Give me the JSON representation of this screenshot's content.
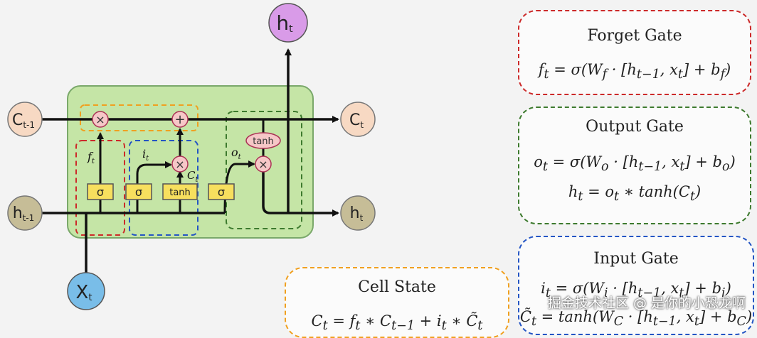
{
  "diagram": {
    "nodes": {
      "h_top": {
        "main": "h",
        "sub": "t"
      },
      "c_prev": {
        "main": "C",
        "sub": "t-1"
      },
      "c_next": {
        "main": "C",
        "sub": "t"
      },
      "h_prev": {
        "main": "h",
        "sub": "t-1"
      },
      "h_next": {
        "main": "h",
        "sub": "t"
      },
      "x_in": {
        "main": "X",
        "sub": "t"
      }
    },
    "ops": {
      "mult": "×",
      "add": "+"
    },
    "activations": {
      "sigma": "σ",
      "tanh": "tanh"
    },
    "signals": {
      "f": "f",
      "f_sub": "t",
      "i": "i",
      "i_sub": "t",
      "o": "o",
      "o_sub": "t",
      "c_tilde": "C",
      "c_tilde_sub": "t"
    },
    "colors": {
      "cell": "#c5e5a6",
      "cell_border": "#7aa86a",
      "circle_purple": "#d99be8",
      "circle_peach": "#f7d9c3",
      "circle_tan": "#c6bd97",
      "circle_blue": "#79bde8",
      "op_pink": "#f6c7c7",
      "act_yellow": "#f7df5e",
      "dash_red": "#cc2a2a",
      "dash_blue": "#2455c4",
      "dash_green": "#3d7a2e",
      "dash_orange": "#f0a020"
    }
  },
  "gates": {
    "forget": {
      "title": "Forget Gate",
      "eq": "f<sub>t</sub> = σ(W<sub>f</sub> · [h<sub>t−1</sub>, x<sub>t</sub>] + b<sub>f</sub>)"
    },
    "output": {
      "title": "Output Gate",
      "eq1": "o<sub>t</sub> = σ(W<sub>o</sub> · [h<sub>t−1</sub>, x<sub>t</sub>] + b<sub>o</sub>)",
      "eq2": "h<sub>t</sub> = o<sub>t</sub> ∗ tanh(C<sub>t</sub>)"
    },
    "input": {
      "title": "Input Gate",
      "eq1": "i<sub>t</sub> = σ(W<sub>i</sub> · [h<sub>t−1</sub>, x<sub>t</sub>] + b<sub>i</sub>)",
      "eq2": "C̃<sub>t</sub> = tanh(W<sub>C</sub> · [h<sub>t−1</sub>, x<sub>t</sub>] + b<sub>C</sub>)"
    },
    "cell": {
      "title": "Cell State",
      "eq": "C<sub>t</sub> = f<sub>t</sub> ∗ C<sub>t−1</sub> + i<sub>t</sub> ∗ C̃<sub>t</sub>"
    }
  },
  "watermark": "掘金技术社区 @ 是你的小恐龙啊"
}
